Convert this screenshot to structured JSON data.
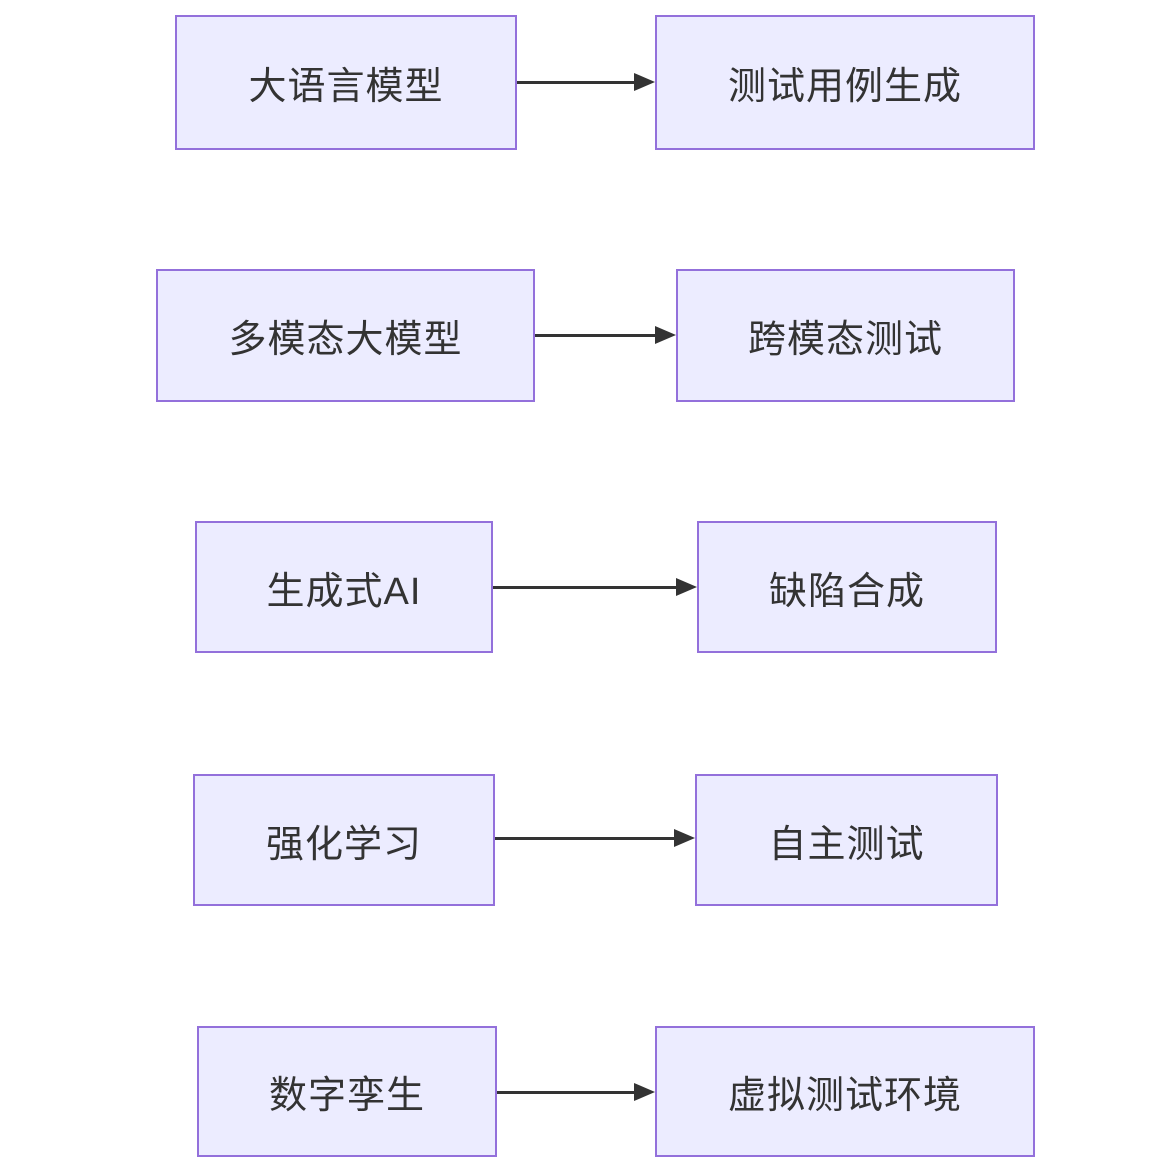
{
  "diagram": {
    "type": "flowchart",
    "direction": "left-to-right",
    "colors": {
      "node_fill": "#ECECFF",
      "node_border": "#9370DB",
      "arrow": "#333333",
      "text": "#333333",
      "background": "#ffffff"
    },
    "rows": [
      {
        "source": "大语言模型",
        "target": "测试用例生成"
      },
      {
        "source": "多模态大模型",
        "target": "跨模态测试"
      },
      {
        "source": "生成式AI",
        "target": "缺陷合成"
      },
      {
        "source": "强化学习",
        "target": "自主测试"
      },
      {
        "source": "数字孪生",
        "target": "虚拟测试环境"
      }
    ]
  }
}
